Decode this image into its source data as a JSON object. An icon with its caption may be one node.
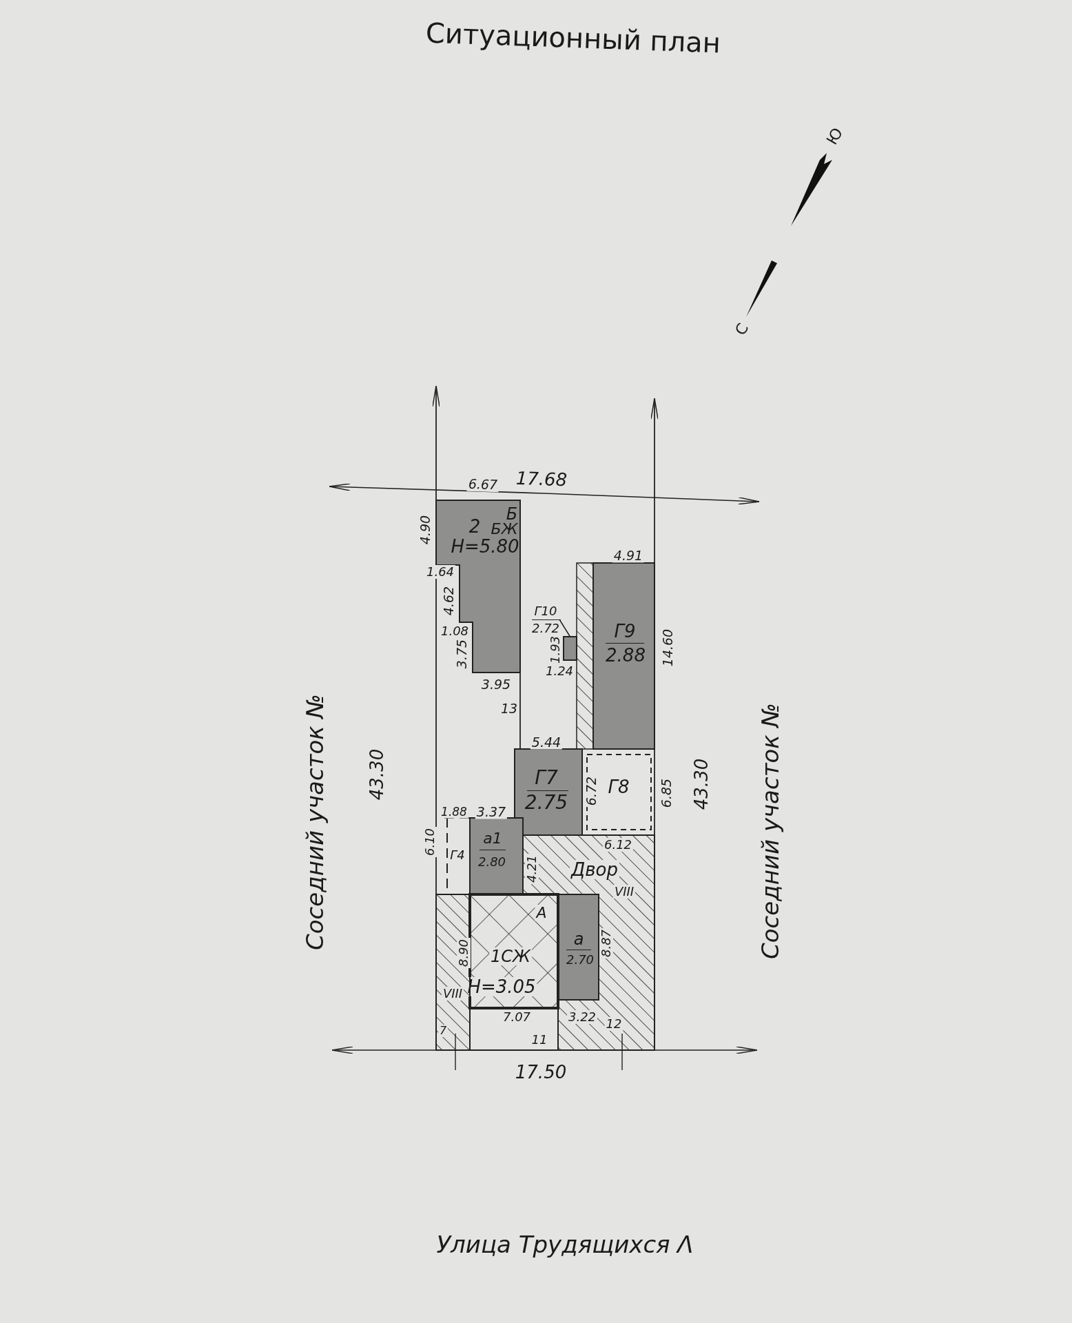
{
  "diagram": {
    "title": "Ситуационный план",
    "nodes": [
      {
        "text": [
          "Б",
          "2",
          "БЖ",
          "H=5.80"
        ]
      },
      {
        "text": [
          "Г10",
          "2.72"
        ]
      },
      {
        "text": [],
        "shape": "box"
      },
      {
        "text": [
          "Г9",
          "2.88"
        ]
      },
      {
        "text": [
          "Г7",
          "2.75"
        ]
      },
      {
        "text": [
          "Г8"
        ]
      },
      {
        "text": [
          "Г4"
        ]
      },
      {
        "text": [
          "а1",
          "2.80"
        ]
      },
      {
        "text": [
          "Двор",
          "VIII"
        ]
      },
      {
        "text": [
          "А",
          "1СЖ",
          "H=3.05"
        ]
      },
      {
        "text": [
          "а",
          "2.70"
        ],
        "in": 8
      },
      {
        "text": [
          "VIII"
        ]
      },
      {
        "text": [
          "11"
        ]
      }
    ],
    "edges": [
      {
        "from": 1,
        "to": 2,
        "arrow": "none"
      }
    ],
    "labels": [
      "Ю",
      "С",
      "17.68",
      "6.67",
      "4.90",
      "4.91",
      "1.64",
      "4.62",
      "1.08",
      "3.75",
      "1.93",
      "14.60",
      "1.24",
      "3.95",
      "13",
      "5.44",
      "Соседний участок №",
      "43.30",
      "6.72",
      "6.85",
      "43.30",
      "Соседний участок №",
      "1.88",
      "3.37",
      "6.10",
      "6.12",
      "4.21",
      "8.90",
      "8.87",
      "7.07",
      "3.22",
      "12",
      "7",
      "17.50",
      "Улица Трудящихся Λ"
    ]
  }
}
